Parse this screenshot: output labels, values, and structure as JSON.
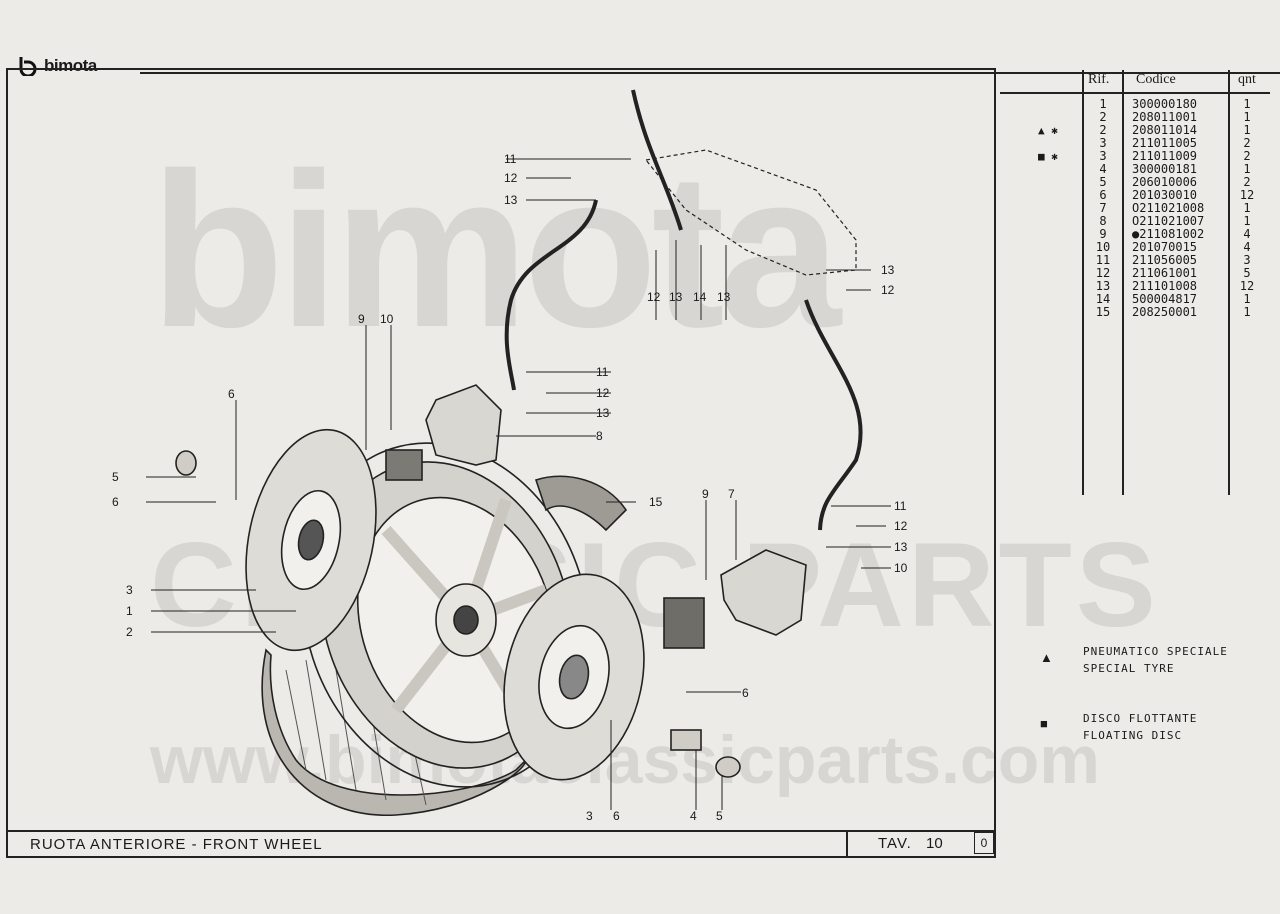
{
  "brand": {
    "logo_text": "bimota"
  },
  "watermark": {
    "line1": "bimota",
    "line2": "CLASSIC PARTS",
    "line3": "www.bimotaclassicparts.com"
  },
  "footer": {
    "title": "RUOTA ANTERIORE  -  FRONT WHEEL",
    "tav_label": "TAV.",
    "tav_number": "10",
    "revision": "0"
  },
  "table": {
    "headers": {
      "rif": "Rif.",
      "codice": "Codice",
      "qnt": "qnt"
    },
    "rows": [
      {
        "mark": "",
        "rif": "1",
        "codice": "300000180",
        "qnt": "1"
      },
      {
        "mark": "",
        "rif": "2",
        "codice": "208011001",
        "qnt": "1"
      },
      {
        "mark": "▲ ✱",
        "rif": "2",
        "codice": "208011014",
        "qnt": "1"
      },
      {
        "mark": "",
        "rif": "3",
        "codice": "211011005",
        "qnt": "2"
      },
      {
        "mark": "■ ✱",
        "rif": "3",
        "codice": "211011009",
        "qnt": "2"
      },
      {
        "mark": "",
        "rif": "4",
        "codice": "300000181",
        "qnt": "1"
      },
      {
        "mark": "",
        "rif": "5",
        "codice": "206010006",
        "qnt": "2"
      },
      {
        "mark": "",
        "rif": "6",
        "codice": "201030010",
        "qnt": "12"
      },
      {
        "mark": "",
        "rif": "7",
        "codice": "O211021008",
        "qnt": "1"
      },
      {
        "mark": "",
        "rif": "8",
        "codice": "O211021007",
        "qnt": "1"
      },
      {
        "mark": "",
        "rif": "9",
        "codice": "●211081002",
        "qnt": "4"
      },
      {
        "mark": "",
        "rif": "10",
        "codice": "201070015",
        "qnt": "4"
      },
      {
        "mark": "",
        "rif": "11",
        "codice": "211056005",
        "qnt": "3"
      },
      {
        "mark": "",
        "rif": "12",
        "codice": "211061001",
        "qnt": "5"
      },
      {
        "mark": "",
        "rif": "13",
        "codice": "211101008",
        "qnt": "12"
      },
      {
        "mark": "",
        "rif": "14",
        "codice": "500004817",
        "qnt": "1"
      },
      {
        "mark": "",
        "rif": "15",
        "codice": "208250001",
        "qnt": "1"
      }
    ]
  },
  "legend": [
    {
      "symbol": "▲",
      "line1": "PNEUMATICO SPECIALE",
      "line2": "SPECIAL   TYRE"
    },
    {
      "symbol": "■",
      "line1": "DISCO FLOTTANTE",
      "line2": "FLOATING   DISC"
    }
  ],
  "callouts": {
    "c1": "1",
    "c2": "2",
    "c3": "3",
    "c4": "4",
    "c5": "5",
    "c6": "6",
    "c7": "7",
    "c8": "8",
    "c9": "9",
    "c10": "10",
    "c11": "11",
    "c12": "12",
    "c13": "13",
    "c14": "14",
    "c15": "15"
  }
}
